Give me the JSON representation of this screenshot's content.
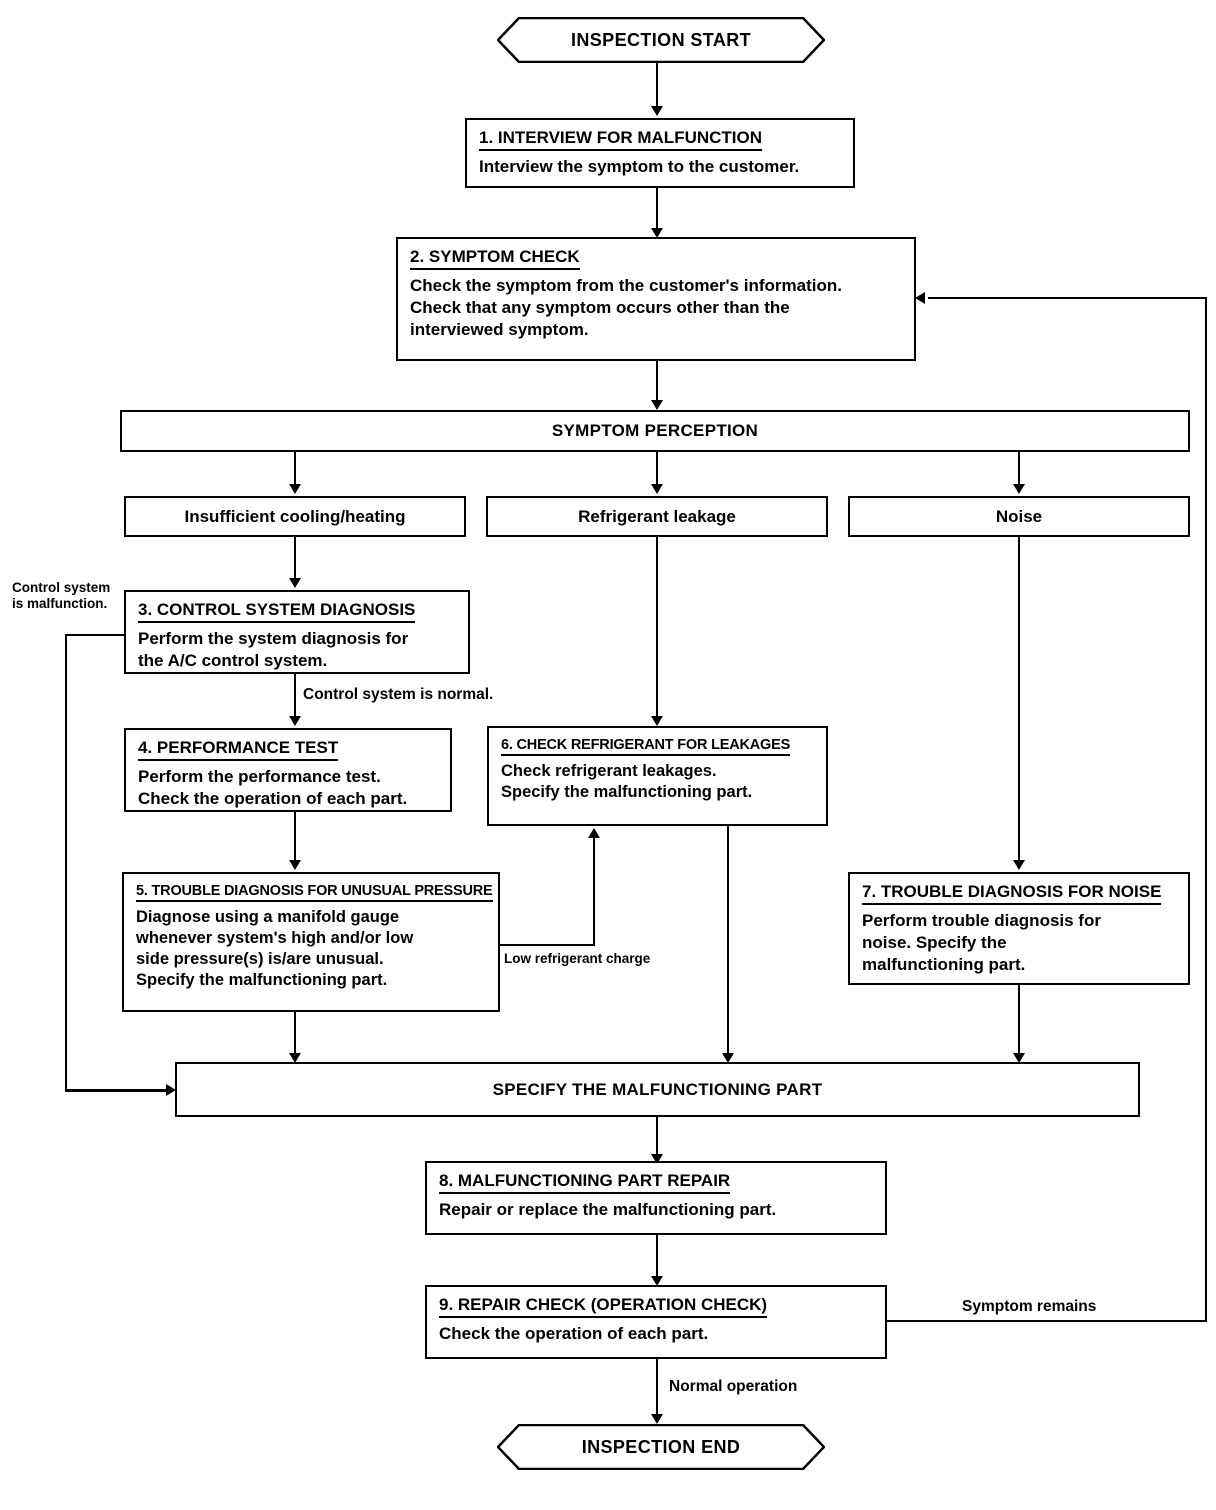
{
  "diagram": {
    "title": "A/C system inspection flowchart",
    "colors": {
      "line": "#000000",
      "background": "#ffffff",
      "text": "#000000"
    },
    "terminators": {
      "start": "INSPECTION START",
      "end": "INSPECTION END"
    },
    "steps": [
      {
        "id": "step1",
        "title": "1. INTERVIEW FOR MALFUNCTION",
        "body": "Interview the symptom to the customer."
      },
      {
        "id": "step2",
        "title": "2. SYMPTOM CHECK",
        "body": "Check the symptom from the customer's information.\nCheck that any symptom occurs other than the\ninterviewed symptom."
      },
      {
        "id": "step3",
        "title": "3. CONTROL SYSTEM DIAGNOSIS",
        "body": "Perform the system diagnosis for\nthe A/C control system."
      },
      {
        "id": "step4",
        "title": "4. PERFORMANCE TEST",
        "body": "Perform the performance test.\nCheck the operation of each part."
      },
      {
        "id": "step5",
        "title": "5. TROUBLE DIAGNOSIS FOR UNUSUAL PRESSURE",
        "body": "Diagnose using a manifold gauge\nwhenever system's high and/or low\nside pressure(s) is/are unusual.\nSpecify the malfunctioning part."
      },
      {
        "id": "step6",
        "title": "6. CHECK REFRIGERANT FOR LEAKAGES",
        "body": "Check refrigerant leakages.\nSpecify the malfunctioning part."
      },
      {
        "id": "step7",
        "title": "7. TROUBLE DIAGNOSIS FOR NOISE",
        "body": "Perform trouble diagnosis for\nnoise. Specify the\nmalfunctioning part."
      },
      {
        "id": "step8",
        "title": "8. MALFUNCTIONING PART REPAIR",
        "body": "Repair or replace the malfunctioning part."
      },
      {
        "id": "step9",
        "title": "9. REPAIR CHECK (OPERATION CHECK)",
        "body": "Check the operation of each part."
      }
    ],
    "banners": {
      "symptom_perception": "SYMPTOM PERCEPTION",
      "specify_part": "SPECIFY THE MALFUNCTIONING PART"
    },
    "symptoms": [
      {
        "id": "symptom-insufficient",
        "label": "Insufficient cooling/heating"
      },
      {
        "id": "symptom-leakage",
        "label": "Refrigerant leakage"
      },
      {
        "id": "symptom-noise",
        "label": "Noise"
      }
    ],
    "edge_labels": {
      "control_malfunction": "Control system\nis malfunction.",
      "control_normal": "Control system is normal.",
      "low_charge": "Low refrigerant charge",
      "symptom_remains": "Symptom remains",
      "normal_operation": "Normal operation"
    }
  }
}
